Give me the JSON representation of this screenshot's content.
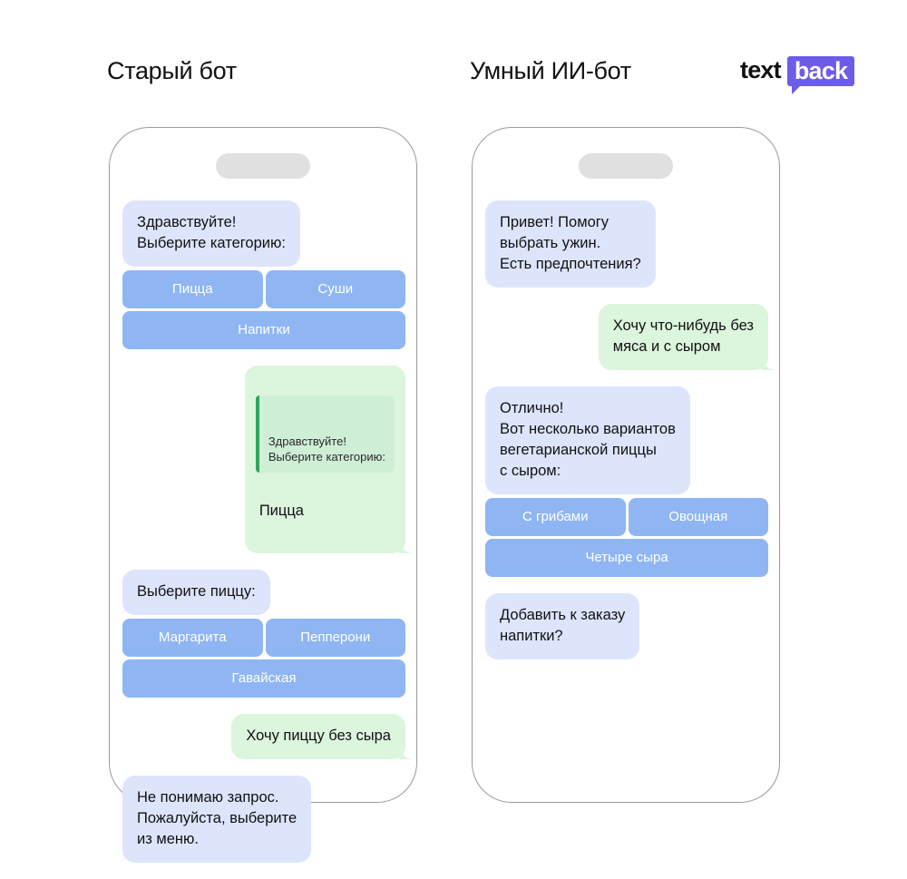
{
  "header": {
    "left_title": "Старый бот",
    "right_title": "Умный ИИ-бот",
    "logo": {
      "text_part": "text",
      "bubble_part": "back",
      "bubble_color": "#6c5ce7"
    }
  },
  "colors": {
    "incoming_bubble": "#dde5fc",
    "outgoing_bubble": "#dcf5dd",
    "quick_button": "#8fb6f3",
    "quote_background": "#cfeed6",
    "quote_bar": "#2fa65a",
    "phone_outline": "#9a9a9a",
    "notch": "#e0e0e0"
  },
  "left_phone": {
    "messages": [
      {
        "id": "old-bot-greeting",
        "direction": "in",
        "text": "Здравствуйте!\nВыберите категорию:"
      },
      {
        "id": "old-bot-user-pizza-reply",
        "direction": "out",
        "quote": "Здравствуйте!\nВыберите категорию:",
        "text": "Пицца"
      },
      {
        "id": "old-bot-choose-pizza",
        "direction": "in",
        "text": "Выберите пиццу:"
      },
      {
        "id": "old-bot-user-no-cheese",
        "direction": "out",
        "text": "Хочу пиццу без сыра"
      },
      {
        "id": "old-bot-fallback",
        "direction": "in",
        "text": "Не понимаю запрос.\nПожалуйста, выберите\nиз меню."
      }
    ],
    "category_buttons": {
      "row1": [
        "Пицца",
        "Суши"
      ],
      "row2": [
        "Напитки"
      ]
    },
    "pizza_buttons": {
      "row1": [
        "Маргарита",
        "Пепперони"
      ],
      "row2": [
        "Гавайская"
      ]
    }
  },
  "right_phone": {
    "messages": [
      {
        "id": "ai-bot-greeting",
        "direction": "in",
        "text": "Привет! Помогу\nвыбрать ужин.\nЕсть предпочтения?"
      },
      {
        "id": "ai-bot-user-preference",
        "direction": "out",
        "text": "Хочу что-нибудь без\nмяса и с сыром"
      },
      {
        "id": "ai-bot-suggestions",
        "direction": "in",
        "text": "Отлично!\nВот несколько вариантов\nвегетарианской пиццы\nс сыром:"
      },
      {
        "id": "ai-bot-upsell",
        "direction": "in",
        "text": "Добавить к заказу\nнапитки?"
      }
    ],
    "suggestion_buttons": {
      "row1": [
        "С грибами",
        "Овощная"
      ],
      "row2": [
        "Четыре сыра"
      ]
    }
  }
}
